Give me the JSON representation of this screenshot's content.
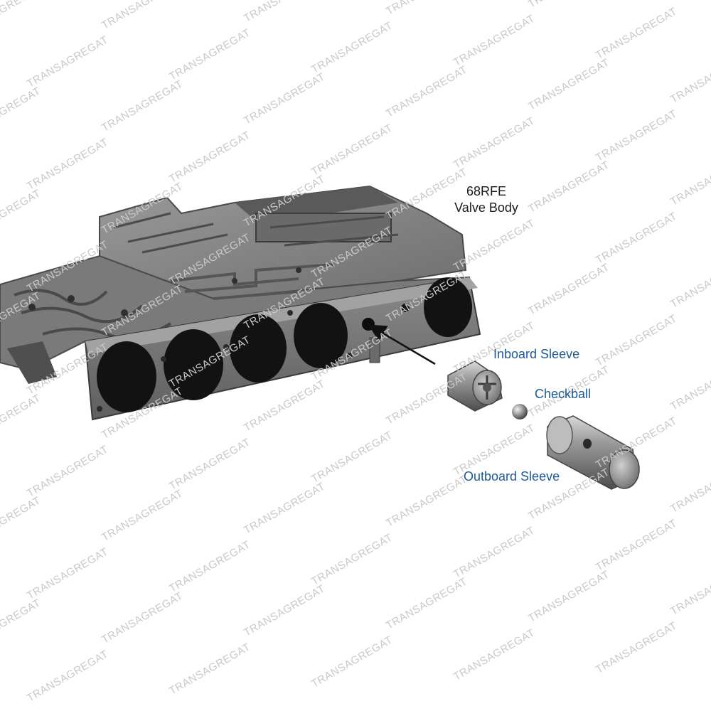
{
  "diagram": {
    "title_lines": [
      "68RFE",
      "Valve Body"
    ],
    "parts": {
      "inboard_sleeve": "Inboard Sleeve",
      "checkball": "Checkball",
      "outboard_sleeve": "Outboard Sleeve"
    },
    "watermark_text": "TRANSAGREGAT",
    "colors": {
      "label_blue": "#1f5a96",
      "title_text": "#1a1a1a",
      "metal_dark": "#3a3a3a",
      "metal_mid": "#7d7d7d",
      "metal_light": "#b8b8b8",
      "watermark": "#c9c9c9"
    }
  }
}
